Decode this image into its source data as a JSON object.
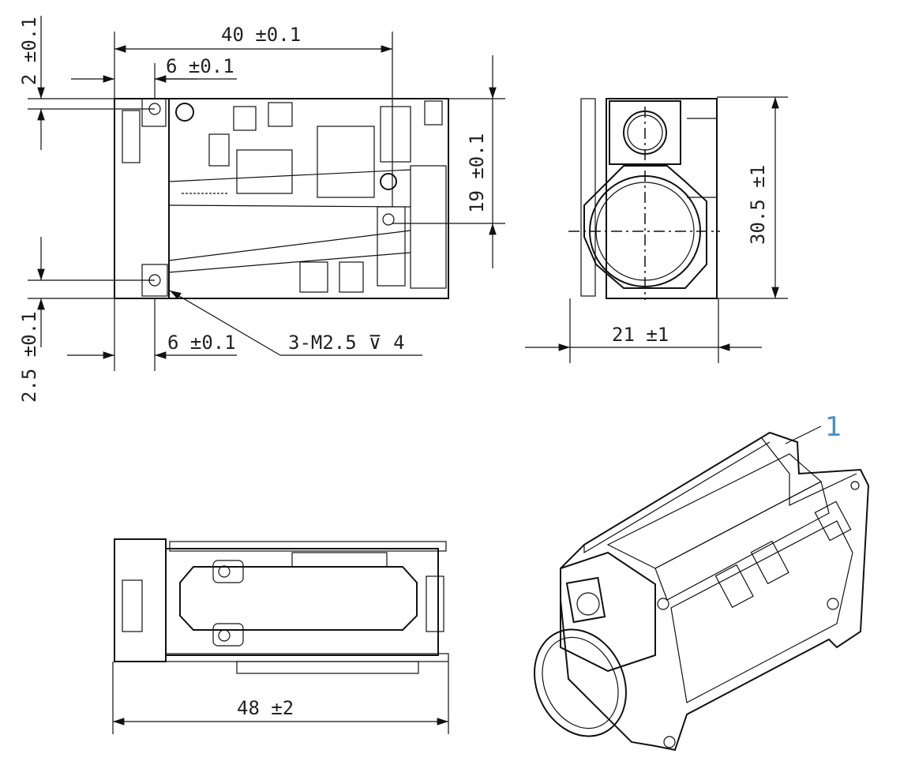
{
  "dimensions": {
    "top_width": "40 ±0.1",
    "top_hole_offset": "6 ±0.1",
    "left_top_offset": "2 ±0.1",
    "right_hole_height": "19 ±0.1",
    "left_bottom_offset": "2.5 ±0.1",
    "bottom_hole_offset": "6 ±0.1",
    "thread_spec": "3-M2.5 ⊽ 4",
    "side_height": "30.5 ±1",
    "side_width": "21 ±1",
    "bottom_length": "48 ±2"
  },
  "callout": "1"
}
